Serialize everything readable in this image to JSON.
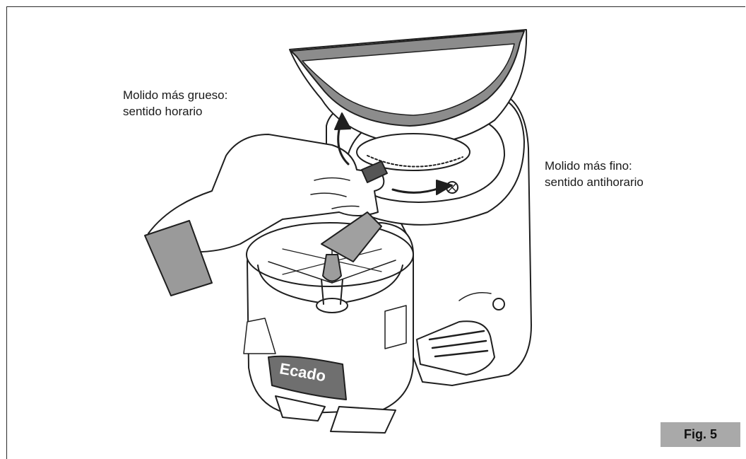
{
  "callouts": {
    "coarse": {
      "line1": "Molido más grueso:",
      "line2": "sentido horario"
    },
    "fine": {
      "line1": "Molido más fino:",
      "line2": "sentido antihorario"
    }
  },
  "brand_text": "Ecado",
  "figure_label": "Fig. 5",
  "colors": {
    "outline": "#1f1f1f",
    "hopper_band": "#8c8c8c",
    "panel_gray": "#a9a9a9",
    "card_gray": "#9a9a9a",
    "handle_dark": "#555555"
  }
}
